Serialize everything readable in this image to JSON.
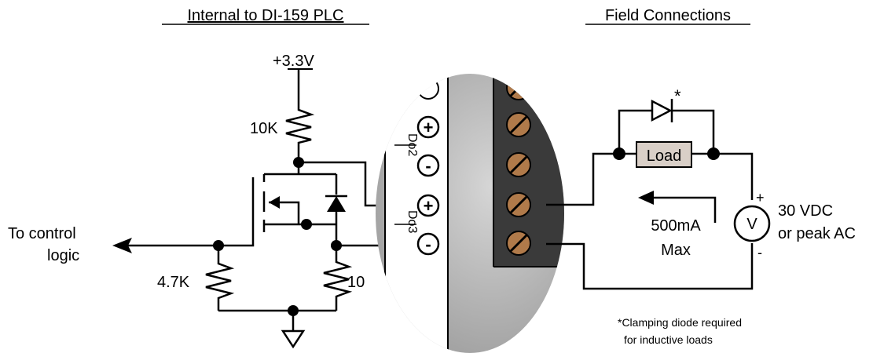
{
  "headings": {
    "internal": "Internal to DI-159 PLC",
    "field": "Field Connections"
  },
  "labels": {
    "supply": "+3.3V",
    "r_pullup": "10K",
    "r_bias": "4.7K",
    "r_sense": "10",
    "to_control_line1": "To control",
    "to_control_line2": "logic",
    "terminal_do2": "Do2",
    "terminal_do3": "Do3",
    "plus": "+",
    "minus": "-",
    "load": "Load",
    "diode_note_mark": "*",
    "current_line1": "500mA",
    "current_line2": "Max",
    "source_symbol": "V",
    "source_polarity_plus": "+",
    "source_polarity_minus": "-",
    "source_line1": "30 VDC",
    "source_line2": "or peak AC",
    "footnote_line1": "*Clamping diode required",
    "footnote_line2": "for inductive loads"
  },
  "colors": {
    "terminal_block": "#3a3a3a",
    "screw": "#b07a4a",
    "panel_gray": "#a9a9a9",
    "load_fill": "#d9cfc7"
  }
}
